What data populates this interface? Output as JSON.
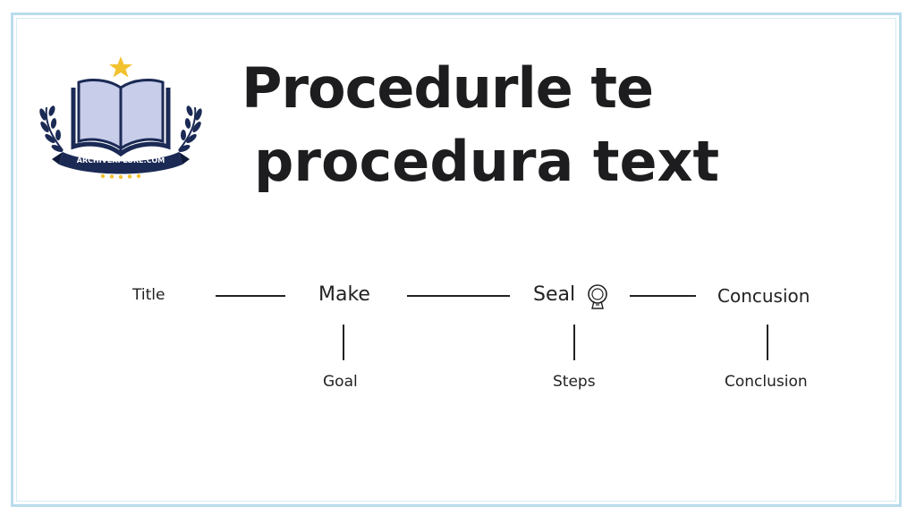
{
  "logo": {
    "text": "ARCHIVEXPLORE.COM",
    "colors": {
      "navy": "#1b2a55",
      "page": "#c8cdea",
      "star": "#f2c230"
    }
  },
  "title": {
    "line1": "Procedurle te",
    "line2": "procedura text"
  },
  "diagram": {
    "top_row": [
      "Title",
      "Make",
      "Seal",
      "Concusion"
    ],
    "bottom_row": [
      "Goal",
      "Steps",
      "Conclusion"
    ],
    "seal_icon": "seal-stamp-icon"
  }
}
